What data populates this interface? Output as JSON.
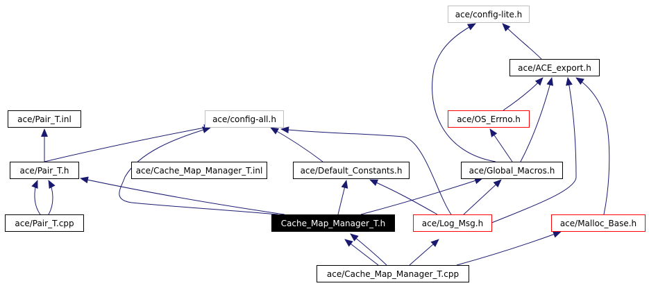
{
  "graph": {
    "nodes": [
      {
        "id": "config_lite",
        "label": "ace/config-lite.h",
        "style": "gray"
      },
      {
        "id": "ace_export",
        "label": "ace/ACE_export.h",
        "style": "normal"
      },
      {
        "id": "os_errno",
        "label": "ace/OS_Errno.h",
        "style": "red"
      },
      {
        "id": "pair_inl",
        "label": "ace/Pair_T.inl",
        "style": "normal"
      },
      {
        "id": "config_all",
        "label": "ace/config-all.h",
        "style": "gray"
      },
      {
        "id": "pair_h",
        "label": "ace/Pair_T.h",
        "style": "normal"
      },
      {
        "id": "cmm_inl",
        "label": "ace/Cache_Map_Manager_T.inl",
        "style": "normal"
      },
      {
        "id": "default_constants",
        "label": "ace/Default_Constants.h",
        "style": "normal"
      },
      {
        "id": "global_macros",
        "label": "ace/Global_Macros.h",
        "style": "normal"
      },
      {
        "id": "pair_cpp",
        "label": "ace/Pair_T.cpp",
        "style": "normal"
      },
      {
        "id": "cmm_h",
        "label": "Cache_Map_Manager_T.h",
        "style": "focus"
      },
      {
        "id": "log_msg",
        "label": "ace/Log_Msg.h",
        "style": "red"
      },
      {
        "id": "malloc_base",
        "label": "ace/Malloc_Base.h",
        "style": "red"
      },
      {
        "id": "cmm_cpp",
        "label": "ace/Cache_Map_Manager_T.cpp",
        "style": "normal"
      }
    ]
  },
  "colors": {
    "edge": "#191970",
    "gray_border": "#bfbfbf",
    "red_border": "#ff0000",
    "focus_fill": "#000000",
    "focus_text": "#ffffff"
  }
}
